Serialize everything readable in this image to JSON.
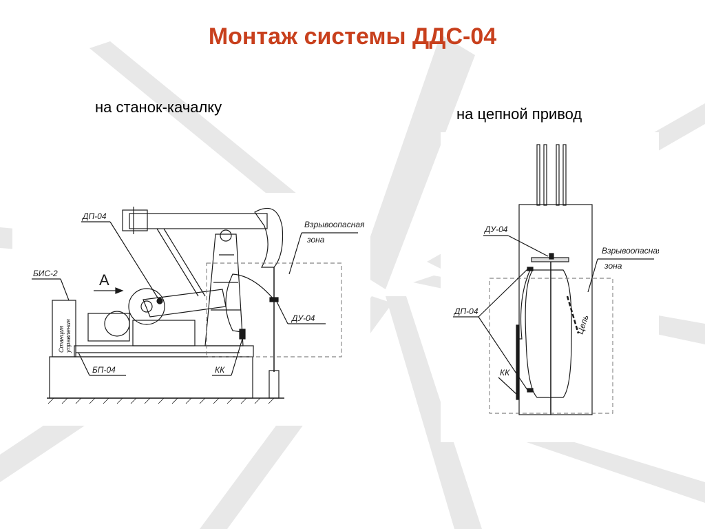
{
  "title": "Монтаж системы ДДС-04",
  "colors": {
    "title": "#c8401d",
    "background_star": "#e6e6e6",
    "line": "#1a1a1a"
  },
  "left_diagram": {
    "caption": "на станок-качалку",
    "labels": {
      "dp": "ДП-04",
      "zone_line1": "Взрывоопасная",
      "zone_line2": "зона",
      "bis": "БИС-2",
      "arrow_a": "А",
      "du": "ДУ-04",
      "bp": "БП-04",
      "kk": "КК",
      "station_line1": "Станция",
      "station_line2": "управления"
    }
  },
  "right_diagram": {
    "caption": "на цепной привод",
    "labels": {
      "du": "ДУ-04",
      "zone_line1": "Взрывоопасная",
      "zone_line2": "зона",
      "dp": "ДП-04",
      "chain": "Цепь",
      "kk": "КК"
    }
  }
}
